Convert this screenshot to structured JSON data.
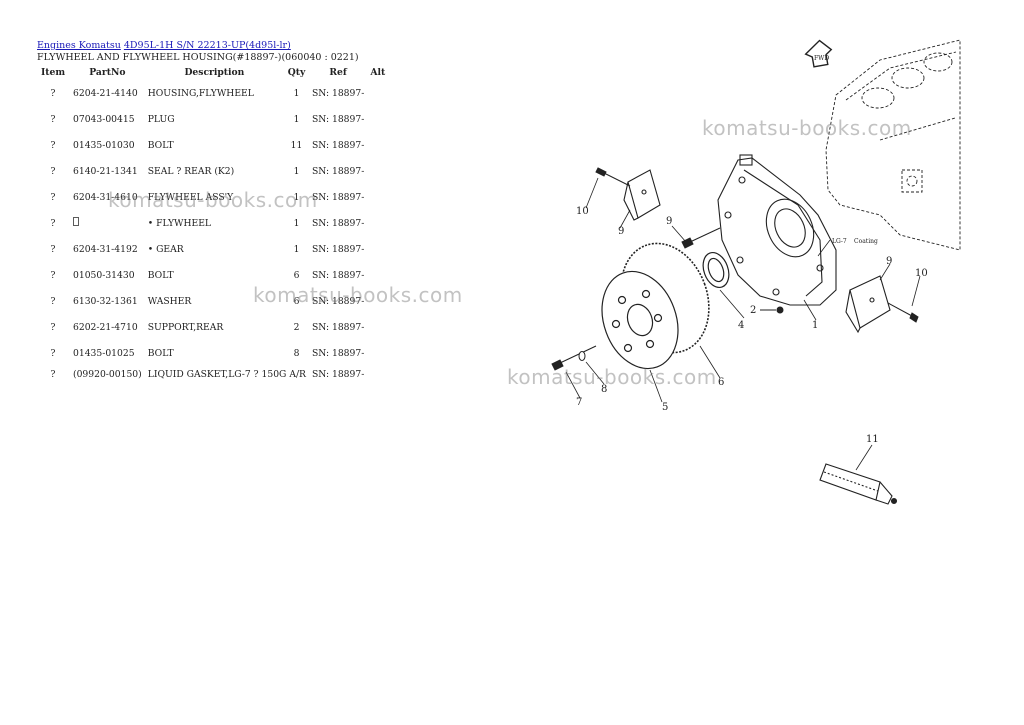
{
  "breadcrumb": {
    "root": "Engines Komatsu",
    "model": "4D95L-1H S/N 22213-UP(4d95l-lr)"
  },
  "page_title": "FLYWHEEL AND FLYWHEEL HOUSING(#18897-)(060040 : 0221)",
  "table": {
    "headers": {
      "item": "Item",
      "partno": "PartNo",
      "description": "Description",
      "qty": "Qty",
      "ref": "Ref",
      "alt": "Alt"
    },
    "rows": [
      {
        "item": "?",
        "partno": "6204-21-4140",
        "description": "HOUSING,FLYWHEEL",
        "qty": "1",
        "ref": "SN: 18897-"
      },
      {
        "item": "?",
        "partno": "07043-00415",
        "description": "PLUG",
        "qty": "1",
        "ref": "SN: 18897-"
      },
      {
        "item": "?",
        "partno": "01435-01030",
        "description": "BOLT",
        "qty": "11",
        "ref": "SN: 18897-"
      },
      {
        "item": "?",
        "partno": "6140-21-1341",
        "description": "SEAL ? REAR (K2)",
        "qty": "1",
        "ref": "SN: 18897-"
      },
      {
        "item": "?",
        "partno": "6204-31-4610",
        "description": "FLYWHEEL ASS'Y",
        "qty": "1",
        "ref": "SN: 18897-"
      },
      {
        "item": "?",
        "partno": "",
        "description": "• FLYWHEEL",
        "qty": "1",
        "ref": "SN: 18897-"
      },
      {
        "item": "?",
        "partno": "6204-31-4192",
        "description": "• GEAR",
        "qty": "1",
        "ref": "SN: 18897-"
      },
      {
        "item": "?",
        "partno": "01050-31430",
        "description": "BOLT",
        "qty": "6",
        "ref": "SN: 18897-"
      },
      {
        "item": "?",
        "partno": "6130-32-1361",
        "description": "WASHER",
        "qty": "6",
        "ref": "SN: 18897-"
      },
      {
        "item": "?",
        "partno": "6202-21-4710",
        "description": "SUPPORT,REAR",
        "qty": "2",
        "ref": "SN: 18897-"
      },
      {
        "item": "?",
        "partno": "01435-01025",
        "description": "BOLT",
        "qty": "8",
        "ref": "SN: 18897-"
      },
      {
        "item": "?",
        "partno": "(09920-00150)",
        "description": "LIQUID GASKET,LG-7 ? 150G A/R",
        "qty": "",
        "ref": "SN: 18897-"
      }
    ]
  },
  "watermark": "komatsu-books.com",
  "diagram": {
    "callouts": [
      "1",
      "2",
      "4",
      "5",
      "6",
      "7",
      "8",
      "9",
      "10",
      "11"
    ],
    "labels": {
      "gasket": "LG-7",
      "coating": "Coating",
      "fwd": "FWD"
    }
  }
}
